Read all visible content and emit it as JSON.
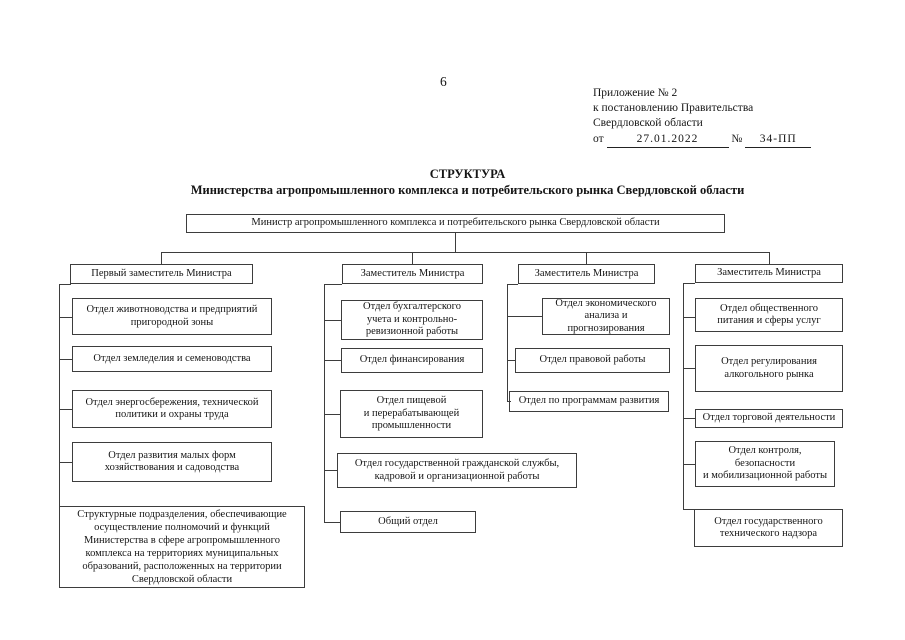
{
  "page": {
    "page_number": "6",
    "annex": {
      "line1": "Приложение № 2",
      "line2": "к постановлению Правительства",
      "line3": "Свердловской области",
      "from_label": "от",
      "date": "27.01.2022",
      "number_sign": "№",
      "number": "34-ПП"
    },
    "title1": "СТРУКТУРА",
    "title2": "Министерства агропромышленного комплекса и потребительского рынка Свердловской области"
  },
  "org_chart": {
    "root": "Министр агропромышленного комплекса и потребительского рынка Свердловской области",
    "columns": [
      {
        "head": "Первый заместитель Министра",
        "boxes": [
          "Отдел животноводства и предприятий\nпригородной зоны",
          "Отдел земледелия и семеноводства",
          "Отдел энергосбережения, технической\nполитики и охраны труда",
          "Отдел развития малых форм\nхозяйствования и садоводства",
          "Структурные подразделения, обеспечивающие\nосуществление полномочий и функций\nМинистерства в сфере агропромышленного\nкомплекса на территориях муниципальных\nобразований, расположенных на территории\nСвердловской области"
        ]
      },
      {
        "head": "Заместитель Министра",
        "boxes": [
          "Отдел бухгалтерского\nучета и контрольно-\nревизионной работы",
          "Отдел финансирования",
          "Отдел пищевой\nи перерабатывающей\nпромышленности",
          "Отдел государственной гражданской службы,\nкадровой и организационной работы",
          "Общий отдел"
        ]
      },
      {
        "head": "Заместитель Министра",
        "boxes": [
          "Отдел экономического\nанализа и прогнозирования",
          "Отдел правовой работы",
          "Отдел по программам развития"
        ]
      },
      {
        "head": "Заместитель Министра",
        "boxes": [
          "Отдел общественного\nпитания и сферы услуг",
          "Отдел регулирования\nалкогольного рынка",
          "Отдел торговой деятельности",
          "Отдел контроля,\nбезопасности\nи мобилизационной работы",
          "Отдел государственного\nтехнического надзора"
        ]
      }
    ]
  }
}
